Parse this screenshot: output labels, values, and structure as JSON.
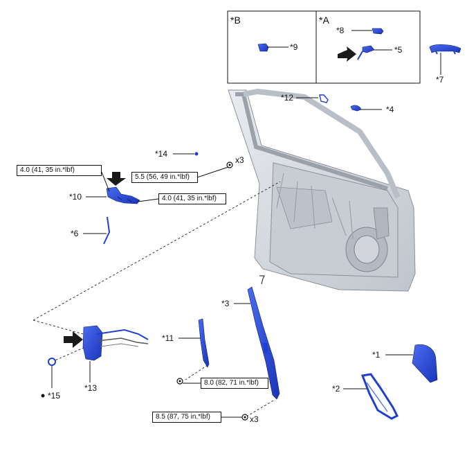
{
  "views": {
    "b_label": "*B",
    "a_label": "*A"
  },
  "callouts": {
    "c1": "*1",
    "c2": "*2",
    "c3": "*3",
    "c4": "*4",
    "c5": "*5",
    "c6": "*6",
    "c7": "*7",
    "c8": "*8",
    "c9": "*9",
    "c10": "*10",
    "c11": "*11",
    "c12": "*12",
    "c13": "*13",
    "c14": "*14",
    "c15": "*15"
  },
  "torques": {
    "t_top_left": "4.0 (41, 35 in.*lbf)",
    "t_middle": "5.5 (56, 49 in.*lbf)",
    "t_right": "4.0 (41, 35 in.*lbf)",
    "t_lower_mid": "8.0 (82, 71 in.*lbf)",
    "t_bottom": "8.5 (87, 75 in.*lbf)"
  },
  "quantities": {
    "q_top": "x3",
    "q_bottom": "x3"
  },
  "colors": {
    "part_blue": "#1f3fd0",
    "door_gray": "#cfd3d8",
    "line": "#111111"
  }
}
